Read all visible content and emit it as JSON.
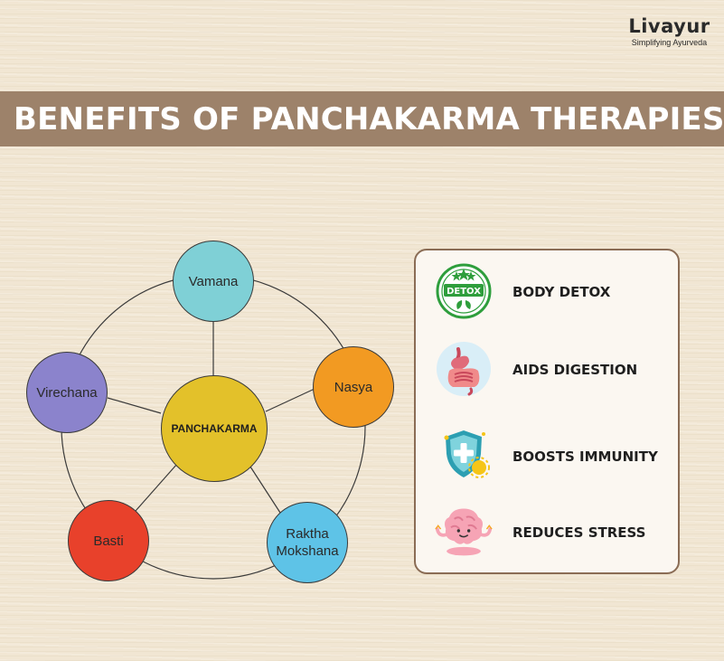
{
  "brand": {
    "name": "Livayur",
    "tagline": "Simplifying Ayurveda"
  },
  "title": "BENEFITS OF PANCHAKARMA THERAPIES",
  "diagram": {
    "center": {
      "label": "PANCHAKARMA",
      "color": "#e3c12a"
    },
    "outer": [
      {
        "id": "vamana",
        "label": "Vamana",
        "color": "#7fd0d6"
      },
      {
        "id": "nasya",
        "label": "Nasya",
        "color": "#f29a22"
      },
      {
        "id": "raktha",
        "label": "Raktha\nMokshana",
        "color": "#5ec3e7"
      },
      {
        "id": "basti",
        "label": "Basti",
        "color": "#e8412b"
      },
      {
        "id": "virechana",
        "label": "Virechana",
        "color": "#8b83cc"
      }
    ]
  },
  "benefits": [
    {
      "label": "BODY DETOX",
      "icon": "detox-badge-icon",
      "icon_text": "DETOX"
    },
    {
      "label": "AIDS DIGESTION",
      "icon": "digestive-system-icon"
    },
    {
      "label": "BOOSTS IMMUNITY",
      "icon": "immunity-shield-icon"
    },
    {
      "label": "REDUCES STRESS",
      "icon": "meditating-brain-icon"
    }
  ]
}
